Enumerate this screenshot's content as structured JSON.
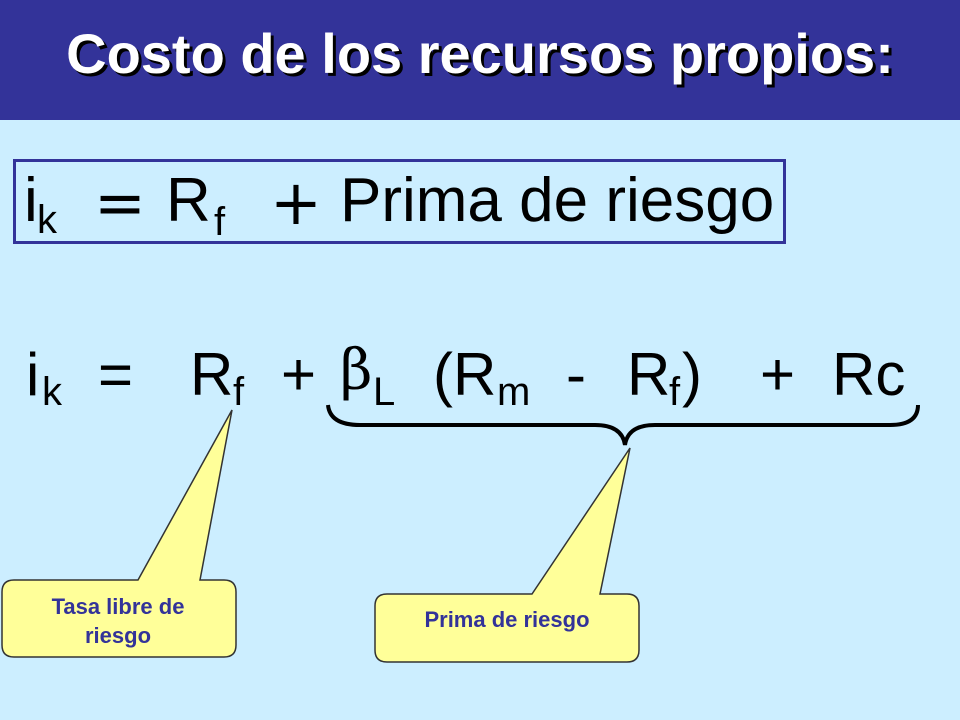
{
  "header": {
    "title": "Costo de los recursos propios:",
    "background_color": "#333399",
    "title_color": "#ffffff"
  },
  "formula_simple": {
    "lhs": "i",
    "lhs_sub": "k",
    "equals": "=",
    "term1": "R",
    "term1_sub": "f",
    "plus": "+",
    "term2": "Prima de riesgo"
  },
  "formula_full": {
    "lhs": "i",
    "lhs_sub": "k",
    "equals": "=",
    "rf": "R",
    "rf_sub": "f",
    "plus1": "+",
    "beta": "β",
    "beta_sub": "L",
    "open_paren_rm": "(R",
    "rm_sub": "m",
    "minus": "-",
    "rf2": "R",
    "rf2_sub": "f",
    "close_paren": ")",
    "plus2": "+",
    "rc": "Rc"
  },
  "callouts": {
    "risk_free": "Tasa libre de riesgo",
    "risk_premium": "Prima de riesgo",
    "fill_color": "#ffff99"
  },
  "colors": {
    "background": "#cceeff",
    "accent": "#333399"
  }
}
